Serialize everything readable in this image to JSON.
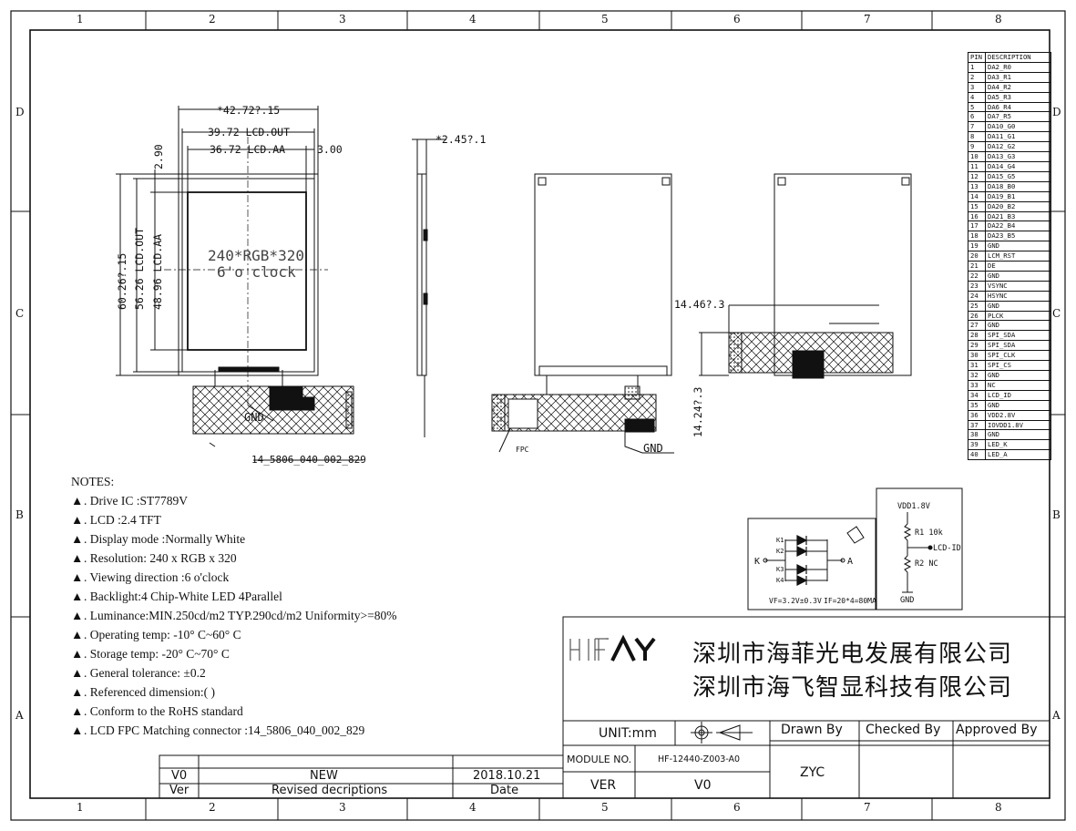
{
  "grid": {
    "columns": [
      "1",
      "2",
      "3",
      "4",
      "5",
      "6",
      "7",
      "8"
    ],
    "rows": [
      "D",
      "C",
      "B",
      "A"
    ]
  },
  "front_view": {
    "dim_outline": "*42.72?.15",
    "dim_lcd_out": "39.72 LCD.OUT",
    "dim_lcd_aa": "36.72 LCD.AA",
    "dim_right": "3.00",
    "dim_top": "2.90",
    "dim_height_total": "60.26?.15",
    "dim_height_out": "56.26 LCD.OUT",
    "dim_height_aa": "48.96 LCD.AA",
    "resolution_label": "240*RGB*320",
    "clock_label": "6'o clock",
    "gnd_label": "GND",
    "connector_label": "14_5806_040_002_829"
  },
  "side_view": {
    "thickness": "*2.45?.1"
  },
  "back_view": {
    "gnd_label": "GND",
    "fpc_label": "FPC"
  },
  "right_view": {
    "dim_a": "14.46?.3",
    "dim_b": "14.24?.3"
  },
  "pin_table": {
    "header": {
      "pin": "PIN",
      "desc": "DESCRIPTION"
    },
    "rows": [
      [
        "1",
        "DA2_R0"
      ],
      [
        "2",
        "DA3_R1"
      ],
      [
        "3",
        "DA4_R2"
      ],
      [
        "4",
        "DA5_R3"
      ],
      [
        "5",
        "DA6_R4"
      ],
      [
        "6",
        "DA7_R5"
      ],
      [
        "7",
        "DA10_G0"
      ],
      [
        "8",
        "DA11_G1"
      ],
      [
        "9",
        "DA12_G2"
      ],
      [
        "10",
        "DA13_G3"
      ],
      [
        "11",
        "DA14_G4"
      ],
      [
        "12",
        "DA15_G5"
      ],
      [
        "13",
        "DA18_B0"
      ],
      [
        "14",
        "DA19_B1"
      ],
      [
        "15",
        "DA20_B2"
      ],
      [
        "16",
        "DA21_B3"
      ],
      [
        "17",
        "DA22_B4"
      ],
      [
        "18",
        "DA23_B5"
      ],
      [
        "19",
        "GND"
      ],
      [
        "20",
        "LCM_RST"
      ],
      [
        "21",
        "DE"
      ],
      [
        "22",
        "GND"
      ],
      [
        "23",
        "VSYNC"
      ],
      [
        "24",
        "HSYNC"
      ],
      [
        "25",
        "GND"
      ],
      [
        "26",
        "PLCK"
      ],
      [
        "27",
        "GND"
      ],
      [
        "28",
        "SPI_SDA"
      ],
      [
        "29",
        "SPI_SDA"
      ],
      [
        "30",
        "SPI_CLK"
      ],
      [
        "31",
        "SPI_CS"
      ],
      [
        "32",
        "GND"
      ],
      [
        "33",
        "NC"
      ],
      [
        "34",
        "LCD_ID"
      ],
      [
        "35",
        "GND"
      ],
      [
        "36",
        "VDD2.8V"
      ],
      [
        "37",
        "IOVDD1.8V"
      ],
      [
        "38",
        "GND"
      ],
      [
        "39",
        "LED_K"
      ],
      [
        "40",
        "LED_A"
      ]
    ]
  },
  "led_circuit": {
    "k_labels": [
      "K1",
      "K2",
      "K3",
      "K4"
    ],
    "k_label": "K",
    "a_label": "A",
    "vf": "VF=3.2V±0.3V",
    "if": "IF=20*4=80MA"
  },
  "id_circuit": {
    "vdd": "VDD1.8V",
    "r1": "R1 10k",
    "lcd_id": "LCD-ID",
    "r2": "R2 NC",
    "gnd": "GND"
  },
  "notes": {
    "title": "NOTES:",
    "items": [
      ". Drive IC :ST7789V",
      ". LCD :2.4 TFT",
      ". Display mode :Normally White",
      ". Resolution: 240 x RGB x 320",
      ". Viewing direction :6 o'clock",
      ". Backlight:4 Chip-White LED 4Parallel",
      ". Luminance:MIN.250cd/m2 TYP.290cd/m2  Uniformity>=80%",
      ". Operating temp: -10° C~60° C",
      ". Storage temp: -20° C~70° C",
      ". General tolerance: ±0.2",
      ". Referenced dimension:( )",
      ". Conform to the RoHS standard",
      ". LCD FPC Matching connector :14_5806_040_002_829"
    ]
  },
  "title_block": {
    "logo": "HIFAY",
    "company_1": "深圳市海菲光电发展有限公司",
    "company_2": "深圳市海飞智显科技有限公司",
    "unit": "UNIT:mm",
    "drawn_by": "Drawn By",
    "checked_by": "Checked By",
    "approved_by": "Approved By",
    "module_no_label": "MODULE NO.",
    "module_no": "HF-12440-Z003-A0",
    "ver_label": "VER",
    "ver": "V0",
    "drawer": "ZYC"
  },
  "revision": {
    "ver": "V0",
    "desc": "NEW",
    "date": "2018.10.21",
    "ver_header": "Ver",
    "desc_header": "Revised decriptions",
    "date_header": "Date"
  },
  "tri_symbol": "▲"
}
